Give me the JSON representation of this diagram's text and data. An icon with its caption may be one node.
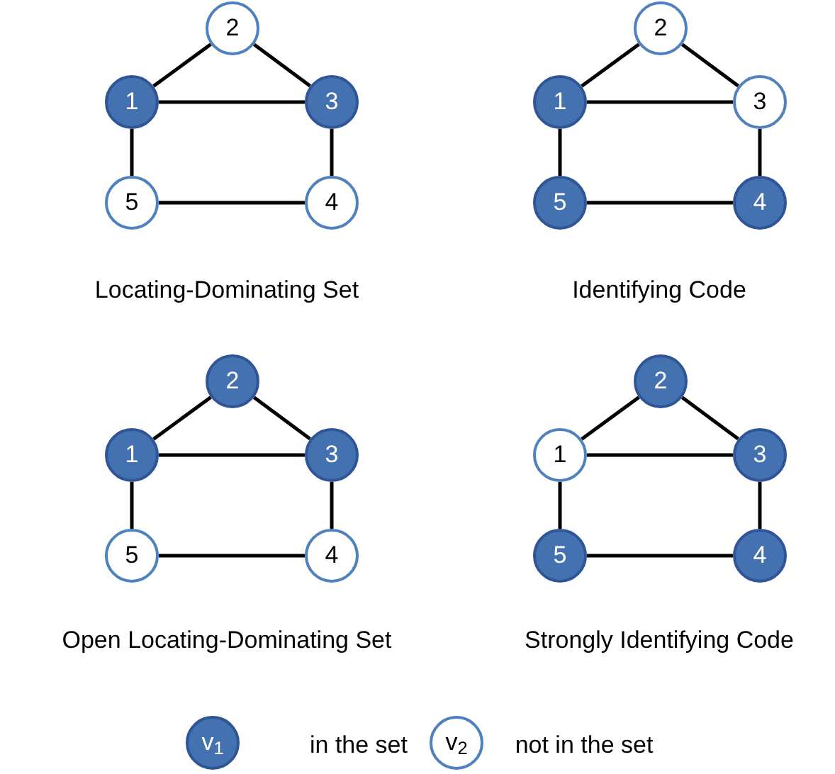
{
  "diagram": {
    "nodes": [
      {
        "text": [
          "2"
        ]
      },
      {
        "text": [
          "1"
        ]
      },
      {
        "text": [
          "3"
        ]
      },
      {
        "text": [
          "5"
        ]
      },
      {
        "text": [
          "4"
        ]
      },
      {
        "text": [
          "2"
        ]
      },
      {
        "text": [
          "1"
        ]
      },
      {
        "text": [
          "3"
        ]
      },
      {
        "text": [
          "5"
        ]
      },
      {
        "text": [
          "4"
        ]
      },
      {
        "text": [
          "2"
        ]
      },
      {
        "text": [
          "1"
        ]
      },
      {
        "text": [
          "3"
        ]
      },
      {
        "text": [
          "5"
        ]
      },
      {
        "text": [
          "4"
        ]
      },
      {
        "text": [
          "2"
        ]
      },
      {
        "text": [
          "1"
        ]
      },
      {
        "text": [
          "3"
        ]
      },
      {
        "text": [
          "5"
        ]
      },
      {
        "text": [
          "4"
        ]
      },
      {
        "text": [
          "v$_{1}$"
        ]
      },
      {
        "text": [
          "v$_{2}$"
        ]
      }
    ],
    "edges": [
      {
        "from": 1,
        "to": 0,
        "arrow": "none"
      },
      {
        "from": 0,
        "to": 2,
        "arrow": "none"
      },
      {
        "from": 1,
        "to": 2,
        "arrow": "none"
      },
      {
        "from": 1,
        "to": 3,
        "arrow": "none"
      },
      {
        "from": 2,
        "to": 4,
        "arrow": "none"
      },
      {
        "from": 3,
        "to": 4,
        "arrow": "none"
      },
      {
        "from": 6,
        "to": 5,
        "arrow": "none"
      },
      {
        "from": 5,
        "to": 7,
        "arrow": "none"
      },
      {
        "from": 6,
        "to": 7,
        "arrow": "none"
      },
      {
        "from": 6,
        "to": 8,
        "arrow": "none"
      },
      {
        "from": 7,
        "to": 9,
        "arrow": "none"
      },
      {
        "from": 8,
        "to": 9,
        "arrow": "none"
      },
      {
        "from": 11,
        "to": 10,
        "arrow": "none"
      },
      {
        "from": 10,
        "to": 12,
        "arrow": "none"
      },
      {
        "from": 11,
        "to": 12,
        "arrow": "none"
      },
      {
        "from": 11,
        "to": 13,
        "arrow": "none"
      },
      {
        "from": 12,
        "to": 14,
        "arrow": "none"
      },
      {
        "from": 13,
        "to": 14,
        "arrow": "none"
      },
      {
        "from": 16,
        "to": 15,
        "arrow": "none"
      },
      {
        "from": 15,
        "to": 17,
        "arrow": "none"
      },
      {
        "from": 16,
        "to": 17,
        "arrow": "none"
      },
      {
        "from": 16,
        "to": 18,
        "arrow": "none"
      },
      {
        "from": 17,
        "to": 19,
        "arrow": "none"
      },
      {
        "from": 18,
        "to": 19,
        "arrow": "none"
      }
    ],
    "labels": [
      "Locating-Dominating Set",
      "Identifying Code",
      "Open Locating-Dominating Set",
      "Strongly Identifying Code",
      "in the set",
      "not in the set"
    ]
  }
}
